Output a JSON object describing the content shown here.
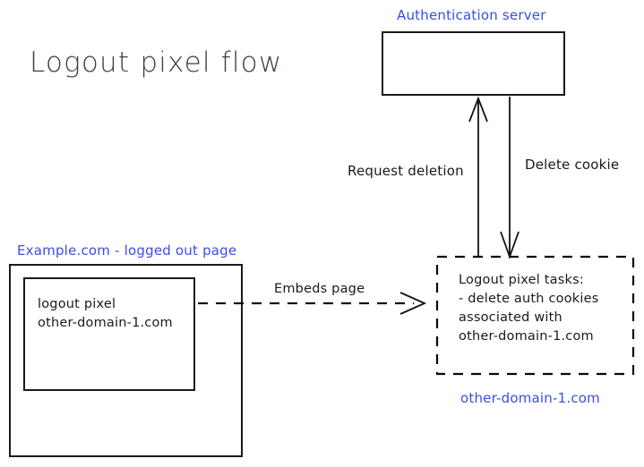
{
  "diagram": {
    "title": "Logout pixel flow",
    "colors": {
      "blue_label": "#3b4ee2",
      "ink": "#1a1a1a",
      "title_ink": "#3b4049",
      "background": "#ffffff"
    },
    "nodes": {
      "auth_server": {
        "label": "Authentication server",
        "body": "",
        "style": "solid-rectangle"
      },
      "example_page": {
        "label": "Example.com - logged out page",
        "style": "solid-rectangle"
      },
      "logout_pixel": {
        "line1": "logout pixel",
        "line2": "other-domain-1.com",
        "style": "solid-rectangle"
      },
      "logout_pixel_tasks": {
        "line1": "Logout pixel tasks:",
        "line2": "- delete auth cookies",
        "line3": "associated with",
        "line4": "other-domain-1.com",
        "footer_label": "other-domain-1.com",
        "style": "dashed-rectangle"
      }
    },
    "edges": {
      "request_deletion": {
        "label": "Request deletion",
        "direction": "up",
        "style": "solid"
      },
      "delete_cookie": {
        "label": "Delete cookie",
        "direction": "down",
        "style": "solid"
      },
      "embeds_page": {
        "label": "Embeds page",
        "direction": "right",
        "style": "dashed"
      }
    }
  }
}
